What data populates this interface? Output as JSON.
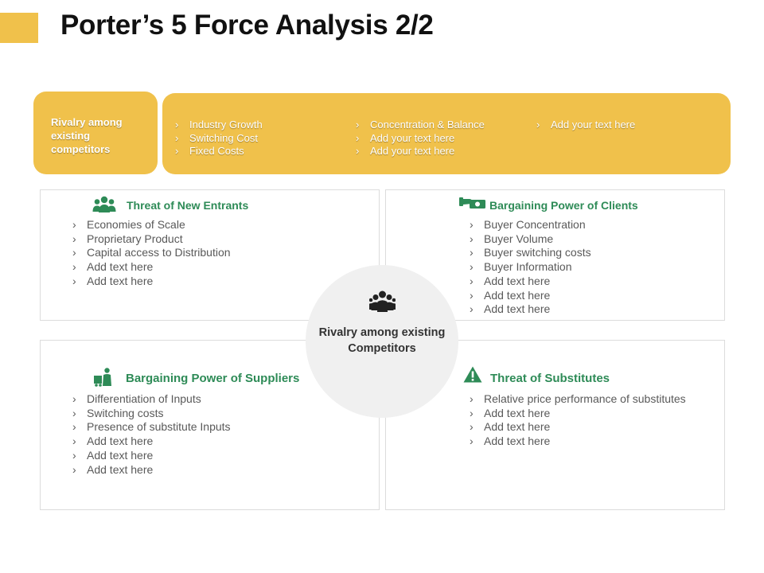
{
  "title": "Porter’s 5 Force Analysis 2/2",
  "rivalry": {
    "tab_label": "Rivalry among existing competitors",
    "columns": [
      [
        "Industry Growth",
        "Switching Cost",
        "Fixed Costs"
      ],
      [
        "Concentration & Balance",
        "Add your text here",
        "Add your text here"
      ],
      [
        "Add your text here"
      ]
    ]
  },
  "quadrants": {
    "new_entrants": {
      "title": "Threat of New Entrants",
      "icon": "group-icon",
      "items": [
        "Economies of Scale",
        "Proprietary Product",
        "Capital access to Distribution",
        "Add text here",
        "Add text here"
      ]
    },
    "clients": {
      "title": "Bargaining Power of Clients",
      "icon": "money-hand-icon",
      "items": [
        "Buyer Concentration",
        "Buyer Volume",
        "Buyer switching costs",
        "Buyer Information",
        "Add text here",
        "Add text here",
        "Add text here"
      ]
    },
    "suppliers": {
      "title": "Bargaining Power of Suppliers",
      "icon": "delivery-person-icon",
      "items": [
        "Differentiation of Inputs",
        "Switching costs",
        "Presence of substitute Inputs",
        "Add text here",
        "Add text here",
        "Add text here"
      ]
    },
    "substitutes": {
      "title": "Threat of Substitutes",
      "icon": "warning-icon",
      "items": [
        "Relative price performance of substitutes",
        "Add text here",
        "Add text here",
        "Add text here"
      ]
    }
  },
  "center": {
    "label": "Rivalry among existing Competitors",
    "icon": "team-icon"
  },
  "colors": {
    "accent": "#f0c14b",
    "heading_green": "#2e8b57",
    "center_fill": "#f0f0f0"
  }
}
